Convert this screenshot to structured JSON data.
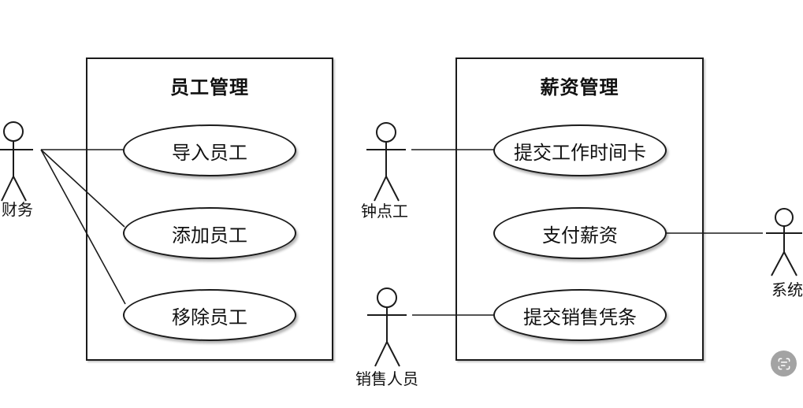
{
  "diagram": {
    "colors": {
      "line": "#1b1b1b",
      "background": "#ffffff",
      "shape_fill": "#ffffff"
    },
    "systems": [
      {
        "title": "员工管理",
        "use_cases": [
          {
            "label": "导入员工"
          },
          {
            "label": "添加员工"
          },
          {
            "label": "移除员工"
          }
        ]
      },
      {
        "title": "薪资管理",
        "use_cases": [
          {
            "label": "提交工作时间卡"
          },
          {
            "label": "支付薪资"
          },
          {
            "label": "提交销售凭条"
          }
        ]
      }
    ],
    "actors": [
      {
        "label": "财务"
      },
      {
        "label": "钟点工"
      },
      {
        "label": "销售人员"
      },
      {
        "label": "系统"
      }
    ],
    "associations": [
      {
        "from": "财务",
        "to": "导入员工"
      },
      {
        "from": "财务",
        "to": "添加员工"
      },
      {
        "from": "财务",
        "to": "移除员工"
      },
      {
        "from": "钟点工",
        "to": "提交工作时间卡"
      },
      {
        "from": "销售人员",
        "to": "提交销售凭条"
      },
      {
        "from": "支付薪资",
        "to": "系统"
      }
    ]
  },
  "overlay": {
    "extract_text_button": {
      "icon": "text-scan-icon",
      "bg_color": "#a3a3a3",
      "glyph_color": "#ffffff"
    }
  }
}
